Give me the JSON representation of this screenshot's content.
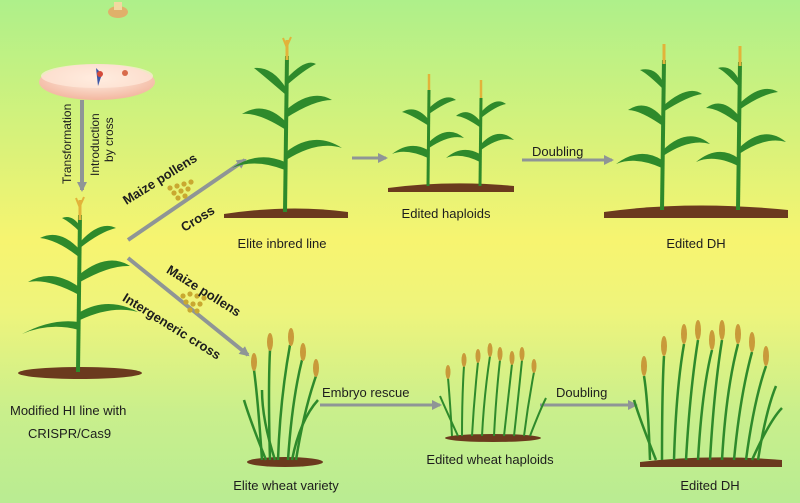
{
  "labels": {
    "transformation": "Transformation",
    "introduction": "Introduction",
    "by_cross": "by cross",
    "maize_pollens_top": "Maize pollens",
    "cross": "Cross",
    "maize_pollens_bottom": "Maize pollens",
    "intergeneric_cross": "Intergeneric cross",
    "doubling_top": "Doubling",
    "embryo_rescue": "Embryo rescue",
    "doubling_bottom": "Doubling",
    "modified_hi_line_1": "Modified HI line with",
    "modified_hi_line_2": "CRISPR/Cas9",
    "elite_inbred_line": "Elite inbred line",
    "edited_haploids": "Edited haploids",
    "edited_dh_top": "Edited DH",
    "elite_wheat_variety": "Elite wheat variety",
    "edited_wheat_haploids": "Edited wheat haploids",
    "edited_dh_bottom": "Edited DH"
  },
  "colors": {
    "arrow": "#8f9596",
    "leaf": "#2e8a2b",
    "leaf_dark": "#1f6b22",
    "soil": "#6b3a1e",
    "tassel": "#e2b33a",
    "pollen": "#c9a830",
    "wheat_head": "#c99a3a"
  }
}
